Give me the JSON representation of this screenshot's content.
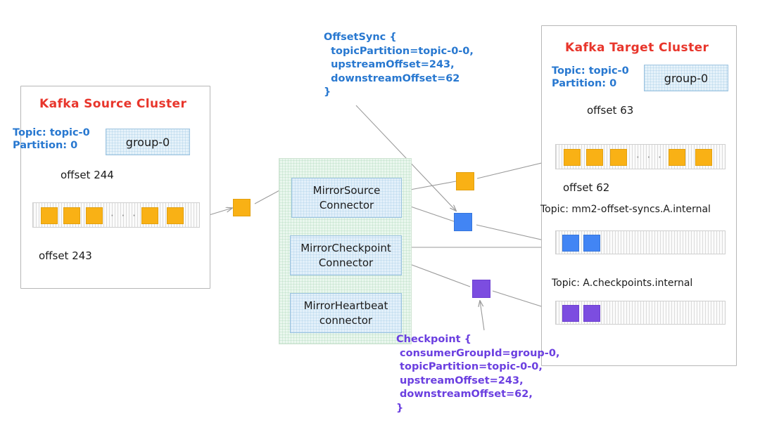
{
  "diagram": {
    "title": "Kafka MirrorMaker2 offset sync and checkpoint flow",
    "colors": {
      "cluster_title": "#e8352b",
      "blue_text": "#2878d0",
      "purple_text": "#6B3FE0",
      "message_orange": "#F9B115",
      "message_blue": "#4285F4",
      "message_purple": "#7C4DE0",
      "connect_background": "#eaf7ee",
      "connector_background": "#e3f0fa",
      "arrow": "#9a9a9a"
    }
  },
  "source_cluster": {
    "title": "Kafka Source Cluster",
    "topic_line": "Topic: topic-0",
    "partition_line": "Partition: 0",
    "group_label": "group-0",
    "offset_high_label": "offset 244",
    "offset_low_label": "offset 243",
    "ellipsis": "· · ·",
    "messages": [
      "orange",
      "orange",
      "orange",
      "orange",
      "orange"
    ]
  },
  "target_cluster": {
    "title": "Kafka Target Cluster",
    "topic_line": "Topic: topic-0",
    "partition_line": "Partition: 0",
    "group_label": "group-0",
    "offset_high_label": "offset 63",
    "offset_low_label": "offset 62",
    "ellipsis": "· · ·",
    "messages": [
      "orange",
      "orange",
      "orange",
      "orange",
      "orange"
    ],
    "offset_syncs_topic_label": "Topic: mm2-offset-syncs.A.internal",
    "offset_syncs_messages": [
      "blue",
      "blue"
    ],
    "checkpoints_topic_label": "Topic: A.checkpoints.internal",
    "checkpoints_messages": [
      "purple",
      "purple"
    ]
  },
  "connect_cluster": {
    "connectors": [
      {
        "name": "mirror-source-connector",
        "line1": "MirrorSource",
        "line2": "Connector"
      },
      {
        "name": "mirror-checkpoint-connector",
        "line1": "MirrorCheckpoint",
        "line2": "Connector"
      },
      {
        "name": "mirror-heartbeat-connector",
        "line1": "MirrorHeartbeat",
        "line2": "connector"
      }
    ]
  },
  "in_flight": {
    "source_record_label": "orange-record",
    "mirrored_record_label": "orange-record",
    "offset_sync_record_label": "blue-record",
    "checkpoint_record_label": "purple-record"
  },
  "notes": {
    "offset_sync": "OffsetSync {\n  topicPartition=topic-0-0,\n  upstreamOffset=243,\n  downstreamOffset=62\n}",
    "checkpoint": "Checkpoint {\n consumerGroupId=group-0,\n topicPartition=topic-0-0,\n upstreamOffset=243,\n downstreamOffset=62,\n}"
  }
}
